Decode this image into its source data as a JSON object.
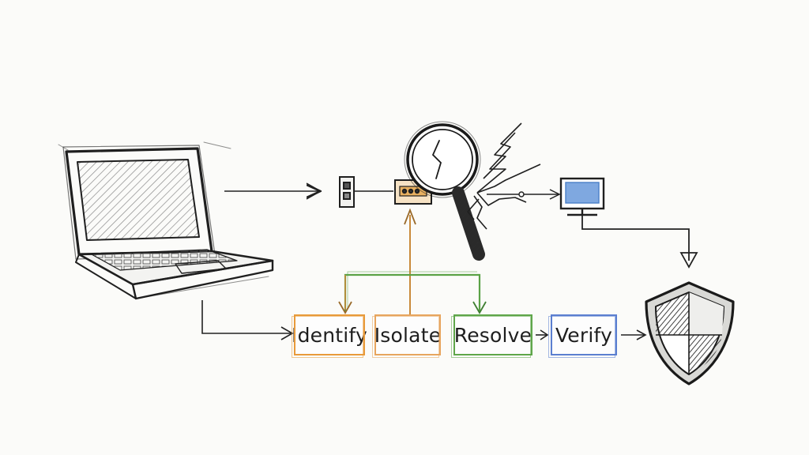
{
  "steps": [
    {
      "label": "Identify",
      "color": "#e89a3a"
    },
    {
      "label": "Isolate",
      "color": "#e7a55e"
    },
    {
      "label": "Resolve",
      "color": "#5fa64a"
    },
    {
      "label": "Verify",
      "color": "#5b7fd0"
    }
  ],
  "colors": {
    "ink": "#1f1f1f",
    "pencil": "#3a3a3a",
    "feedback_orange": "#c98a3a",
    "feedback_green": "#5aa246",
    "monitor_blue": "#4a7fc8",
    "device_amber": "#e8b060"
  },
  "icons": [
    "laptop-icon",
    "network-switch-icon",
    "router-icon",
    "magnifying-glass-icon",
    "lightning-icon",
    "monitor-icon",
    "shield-icon"
  ]
}
